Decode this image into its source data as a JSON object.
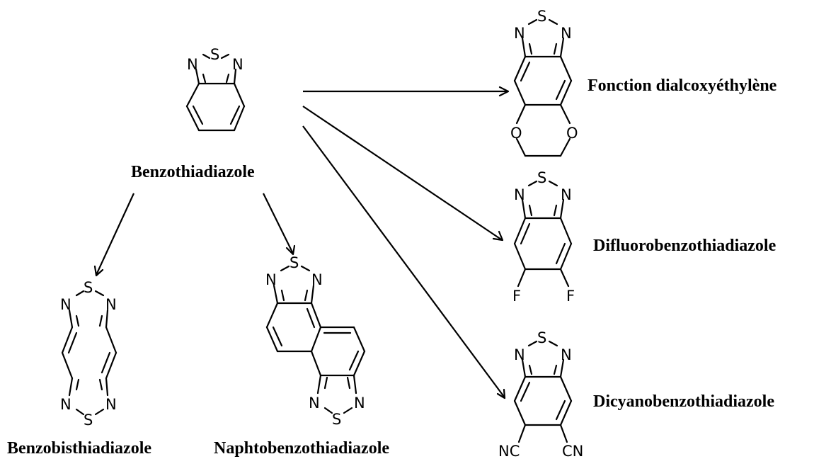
{
  "atoms": {
    "sulfur": "S",
    "nitrogen": "N",
    "oxygen": "O",
    "fluorine": "F",
    "nitrile": "CN",
    "nitrile_left": "NC"
  },
  "labels": {
    "benzothiadiazole": "Benzothiadiazole",
    "benzobisthiadiazole": "Benzobisthiadiazole",
    "naphtobenzothiadiazole": "Naphtobenzothiadiazole",
    "dialcoxyethylene": "Fonction dialcoxyéthylène",
    "difluoro": "Difluorobenzothiadiazole",
    "dicyano": "Dicyanobenzothiadiazole"
  }
}
